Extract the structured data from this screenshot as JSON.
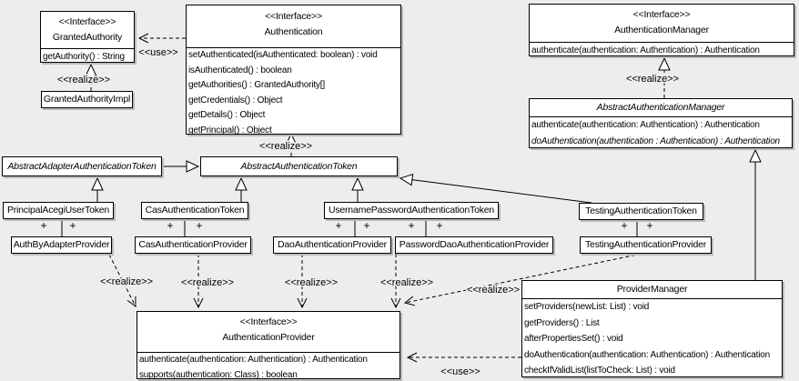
{
  "labels": {
    "use": "<<use>>",
    "realize": "<<realize>>",
    "plus": "+"
  },
  "classes": {
    "granted_authority": {
      "stereotype": "<<Interface>>",
      "name": "GrantedAuthority",
      "methods": [
        "getAuthority() : String"
      ]
    },
    "granted_authority_impl": {
      "name": "GrantedAuthorityImpl"
    },
    "authentication": {
      "stereotype": "<<Interface>>",
      "name": "Authentication",
      "methods": [
        "setAuthenticated(isAuthenticated: boolean) : void",
        "isAuthenticated() : boolean",
        "getAuthorities() : GrantedAuthority[]",
        "getCredentials() : Object",
        "getDetails() : Object",
        "getPrincipal() : Object"
      ]
    },
    "authentication_manager": {
      "stereotype": "<<Interface>>",
      "name": "AuthenticationManager",
      "methods": [
        "authenticate(authentication: Authentication) : Authentication"
      ]
    },
    "abstract_authentication_manager": {
      "name": "AbstractAuthenticationManager",
      "methods": [
        "authenticate(authentication: Authentication) : Authentication",
        "doAuthentication(authentication : Authentication) : Authentication"
      ]
    },
    "abstract_adapter_authentication_token": {
      "name": "AbstractAdapterAuthenticationToken"
    },
    "abstract_authentication_token": {
      "name": "AbstractAuthenticationToken"
    },
    "principal_acegi_user_token": {
      "name": "PrincipalAcegiUserToken"
    },
    "cas_authentication_token": {
      "name": "CasAuthenticationToken"
    },
    "username_password_authentication_token": {
      "name": "UsernamePasswordAuthenticationToken"
    },
    "testing_authentication_token": {
      "name": "TestingAuthenticationToken"
    },
    "auth_by_adapter_provider": {
      "name": "AuthByAdapterProvider"
    },
    "cas_authentication_provider": {
      "name": "CasAuthenticationProvider"
    },
    "dao_authentication_provider": {
      "name": "DaoAuthenticationProvider"
    },
    "password_dao_authentication_provider": {
      "name": "PasswordDaoAuthenticationProvider"
    },
    "testing_authentication_provider": {
      "name": "TestingAuthenticationProvider"
    },
    "authentication_provider": {
      "stereotype": "<<Interface>>",
      "name": "AuthenticationProvider",
      "methods": [
        "authenticate(authentication: Authentication) : Authentication",
        "supports(authentication: Class) : boolean"
      ]
    },
    "provider_manager": {
      "name": "ProviderManager",
      "methods": [
        "setProviders(newList: List) : void",
        "getProviders() : List",
        "afterPropertiesSet() : void",
        "doAuthentication(authentication: Authentication) : Authentication",
        "checkIfValidList(listToCheck: List) : void"
      ]
    }
  },
  "colors": {
    "background": "#ededed",
    "box_fill": "#ffffff",
    "line": "#000000",
    "shadow": "#b9b9b9"
  }
}
